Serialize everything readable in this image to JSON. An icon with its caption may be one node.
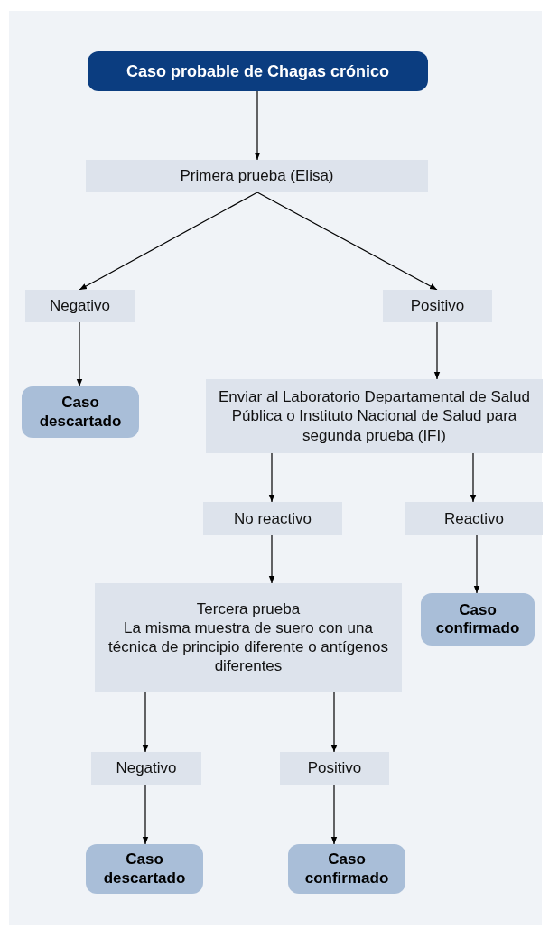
{
  "diagram": {
    "nodes": [
      {
        "text": [
          "Caso probable de Chagas crónico"
        ]
      },
      {
        "text": [
          "Primera prueba (Elisa)"
        ]
      },
      {
        "text": [
          "Negativo"
        ]
      },
      {
        "text": [
          "Positivo"
        ]
      },
      {
        "text": [
          "Caso descartado"
        ]
      },
      {
        "text": [
          "Enviar al Laboratorio Departamental de Salud Pública o Instituto Nacional de Salud para segunda prueba (IFI)"
        ]
      },
      {
        "text": [
          "No reactivo"
        ]
      },
      {
        "text": [
          "Reactivo"
        ]
      },
      {
        "text": [
          "Tercera prueba",
          "La misma muestra de suero con una técnica de principio diferente o antígenos diferentes"
        ]
      },
      {
        "text": [
          "Caso confirmado"
        ]
      },
      {
        "text": [
          "Negativo"
        ]
      },
      {
        "text": [
          "Positivo"
        ]
      },
      {
        "text": [
          "Caso descartado"
        ]
      },
      {
        "text": [
          "Caso confirmado"
        ]
      }
    ],
    "edges": [
      {
        "from": 0,
        "to": 1,
        "arrow": "to"
      },
      {
        "from": 1,
        "to": 2,
        "arrow": "to"
      },
      {
        "from": 1,
        "to": 3,
        "arrow": "to"
      },
      {
        "from": 2,
        "to": 4,
        "arrow": "to"
      },
      {
        "from": 3,
        "to": 5,
        "arrow": "to"
      },
      {
        "from": 5,
        "to": 6,
        "arrow": "to"
      },
      {
        "from": 5,
        "to": 7,
        "arrow": "to"
      },
      {
        "from": 6,
        "to": 8,
        "arrow": "to"
      },
      {
        "from": 7,
        "to": 9,
        "arrow": "to"
      },
      {
        "from": 8,
        "to": 10,
        "arrow": "to"
      },
      {
        "from": 8,
        "to": 11,
        "arrow": "to"
      },
      {
        "from": 10,
        "to": 12,
        "arrow": "to"
      },
      {
        "from": 11,
        "to": 13,
        "arrow": "to"
      }
    ]
  }
}
